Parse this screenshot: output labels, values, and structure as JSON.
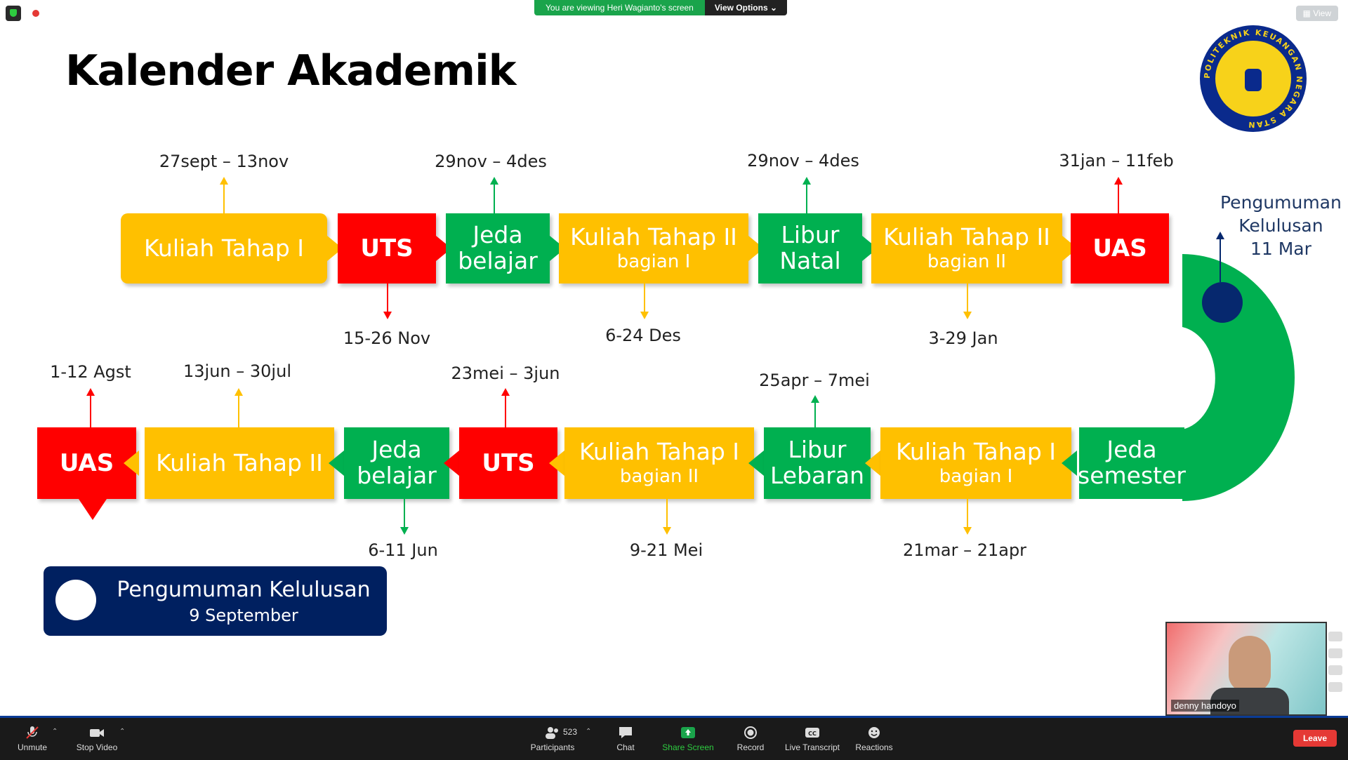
{
  "meeting": {
    "share_banner": "You are viewing Heri Wagianto's screen",
    "view_options": "View Options",
    "view_button": "View"
  },
  "slide": {
    "title": "Kalender Akademik",
    "row1": [
      {
        "main": "Kuliah Tahap I",
        "sub": "",
        "color": "#ffc000"
      },
      {
        "main": "UTS",
        "sub": "",
        "color": "#ff0000"
      },
      {
        "main": "Jeda",
        "sub": "belajar",
        "color": "#00b050"
      },
      {
        "main": "Kuliah Tahap II",
        "sub": "bagian I",
        "color": "#ffc000"
      },
      {
        "main": "Libur",
        "sub": "Natal",
        "color": "#00b050"
      },
      {
        "main": "Kuliah Tahap II",
        "sub": "bagian II",
        "color": "#ffc000"
      },
      {
        "main": "UAS",
        "sub": "",
        "color": "#ff0000"
      }
    ],
    "row2": [
      {
        "main": "UAS",
        "sub": "",
        "color": "#ff0000"
      },
      {
        "main": "Kuliah Tahap II",
        "sub": "",
        "color": "#ffc000"
      },
      {
        "main": "Jeda",
        "sub": "belajar",
        "color": "#00b050"
      },
      {
        "main": "UTS",
        "sub": "",
        "color": "#ff0000"
      },
      {
        "main": "Kuliah Tahap I",
        "sub": "bagian II",
        "color": "#ffc000"
      },
      {
        "main": "Libur",
        "sub": "Lebaran",
        "color": "#00b050"
      },
      {
        "main": "Kuliah Tahap I",
        "sub": "bagian I",
        "color": "#ffc000"
      },
      {
        "main": "Jeda",
        "sub": "semester",
        "color": "#00b050"
      }
    ],
    "row1_top_labels": [
      "27sept – 13nov",
      "29nov – 4des",
      "29nov – 4des",
      "31jan – 11feb"
    ],
    "row1_bottom_labels": [
      "15-26 Nov",
      "6-24 Des",
      "3-29 Jan"
    ],
    "row2_top_labels": [
      "1-12 Agst",
      "13jun – 30jul",
      "23mei – 3jun",
      "25apr – 7mei"
    ],
    "row2_bottom_labels": [
      "6-11 Jun",
      "9-21 Mei",
      "21mar – 21apr"
    ],
    "announcement_right": [
      "Pengumuman",
      "Kelulusan",
      "11 Mar"
    ],
    "announcement_box": {
      "title": "Pengumuman Kelulusan",
      "date": "9 September"
    },
    "logo_text": "POLITEKNIK KEUANGAN NEGARA STAN"
  },
  "video": {
    "participant_name": "denny handoyo"
  },
  "toolbar": {
    "unmute": "Unmute",
    "stop_video": "Stop Video",
    "participants": "Participants",
    "participant_count": "523",
    "chat": "Chat",
    "share_screen": "Share Screen",
    "record": "Record",
    "live_transcript": "Live Transcript",
    "reactions": "Reactions",
    "leave": "Leave"
  }
}
